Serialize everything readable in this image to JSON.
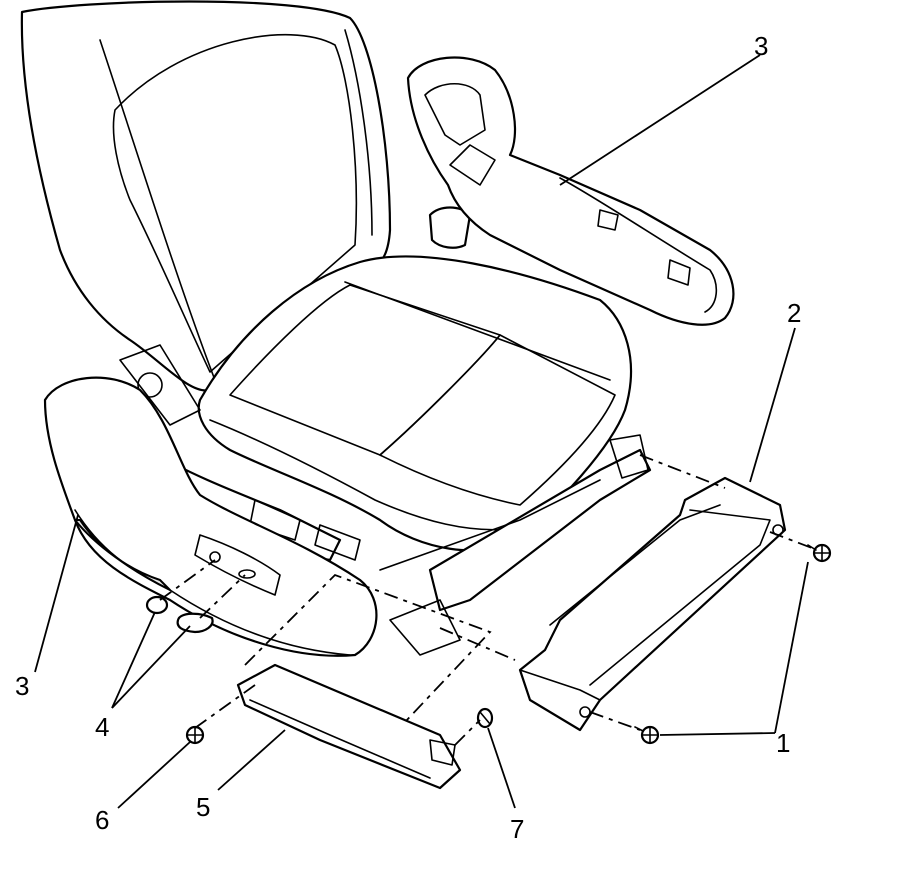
{
  "callouts": {
    "c1": "1",
    "c2": "2",
    "c3_top": "3",
    "c3_left": "3",
    "c4": "4",
    "c5": "5",
    "c6": "6",
    "c7": "7"
  },
  "colors": {
    "line": "#000000",
    "fill": "#ffffff",
    "shade": "#e6e6e6"
  }
}
